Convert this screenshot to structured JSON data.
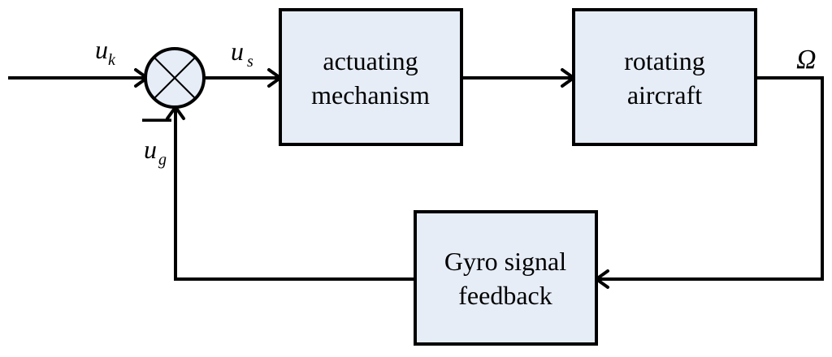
{
  "blocks": {
    "actuating": {
      "line1": "actuating",
      "line2": "mechanism"
    },
    "aircraft": {
      "line1": "rotating",
      "line2": "aircraft"
    },
    "gyro": {
      "line1": "Gyro signal",
      "line2": "feedback"
    }
  },
  "signals": {
    "input": {
      "main": "u",
      "sub": "k"
    },
    "error": {
      "main": "u",
      "sub": "s"
    },
    "feedback": {
      "main": "u",
      "sub": "g"
    },
    "output": "Ω"
  },
  "summing_junction": {
    "feedback_sign": "—"
  },
  "colors": {
    "block_fill": "#e6edf7",
    "line": "#000000"
  }
}
